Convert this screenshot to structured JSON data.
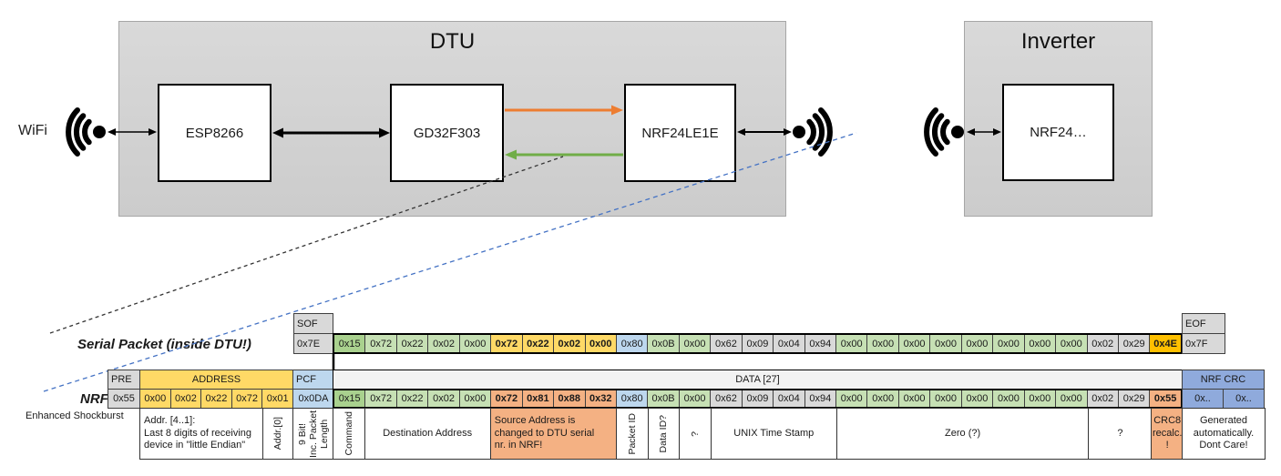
{
  "diagram": {
    "wifi_label": "WiFi",
    "dtu_title": "DTU",
    "inverter_title": "Inverter",
    "esp_label": "ESP8266",
    "gd_label": "GD32F303",
    "nrf_label": "NRF24LE1E",
    "inverter_nrf_label": "NRF24…",
    "arrow_colors": {
      "uart_tx_orange": "#ED7D31",
      "uart_rx_green": "#70AD47",
      "wireless_dash_blue": "#4472C4"
    }
  },
  "serial_packet": {
    "label": "Serial Packet (inside DTU!)",
    "sof_header": "SOF",
    "sof_value": "0x7E",
    "eof_header": "EOF",
    "eof_value": "0x7F",
    "bytes": [
      {
        "v": "0x15",
        "c": "green_dark"
      },
      {
        "v": "0x72",
        "c": "green"
      },
      {
        "v": "0x22",
        "c": "green"
      },
      {
        "v": "0x02",
        "c": "green"
      },
      {
        "v": "0x00",
        "c": "green"
      },
      {
        "v": "0x72",
        "c": "gold",
        "b": true
      },
      {
        "v": "0x22",
        "c": "gold",
        "b": true
      },
      {
        "v": "0x02",
        "c": "gold",
        "b": true
      },
      {
        "v": "0x00",
        "c": "gold",
        "b": true
      },
      {
        "v": "0x80",
        "c": "blue"
      },
      {
        "v": "0x0B",
        "c": "green"
      },
      {
        "v": "0x00",
        "c": "green"
      },
      {
        "v": "0x62",
        "c": "gray"
      },
      {
        "v": "0x09",
        "c": "gray"
      },
      {
        "v": "0x04",
        "c": "gray"
      },
      {
        "v": "0x94",
        "c": "gray"
      },
      {
        "v": "0x00",
        "c": "green"
      },
      {
        "v": "0x00",
        "c": "green"
      },
      {
        "v": "0x00",
        "c": "green"
      },
      {
        "v": "0x00",
        "c": "green"
      },
      {
        "v": "0x00",
        "c": "green"
      },
      {
        "v": "0x00",
        "c": "green"
      },
      {
        "v": "0x00",
        "c": "green"
      },
      {
        "v": "0x00",
        "c": "green"
      },
      {
        "v": "0x02",
        "c": "gray"
      },
      {
        "v": "0x29",
        "c": "gray"
      },
      {
        "v": "0x4E",
        "c": "amber",
        "b": true
      }
    ]
  },
  "nrf_packet": {
    "label": "NRF Packet",
    "sublabel": "Enhanced Shockburst",
    "pre_header": "PRE",
    "pre_value": "0x55",
    "address_header": "ADDRESS",
    "address_values": [
      "0x00",
      "0x02",
      "0x22",
      "0x72",
      "0x01"
    ],
    "pcf_header": "PCF",
    "pcf_value": "0x0DA",
    "data_header": "DATA [27]",
    "bytes": [
      {
        "v": "0x15",
        "c": "green_dark"
      },
      {
        "v": "0x72",
        "c": "green"
      },
      {
        "v": "0x22",
        "c": "green"
      },
      {
        "v": "0x02",
        "c": "green"
      },
      {
        "v": "0x00",
        "c": "green"
      },
      {
        "v": "0x72",
        "c": "salmon",
        "b": true
      },
      {
        "v": "0x81",
        "c": "salmon",
        "b": true
      },
      {
        "v": "0x88",
        "c": "salmon",
        "b": true
      },
      {
        "v": "0x32",
        "c": "salmon",
        "b": true
      },
      {
        "v": "0x80",
        "c": "blue"
      },
      {
        "v": "0x0B",
        "c": "green"
      },
      {
        "v": "0x00",
        "c": "green"
      },
      {
        "v": "0x62",
        "c": "gray"
      },
      {
        "v": "0x09",
        "c": "gray"
      },
      {
        "v": "0x04",
        "c": "gray"
      },
      {
        "v": "0x94",
        "c": "gray"
      },
      {
        "v": "0x00",
        "c": "green"
      },
      {
        "v": "0x00",
        "c": "green"
      },
      {
        "v": "0x00",
        "c": "green"
      },
      {
        "v": "0x00",
        "c": "green"
      },
      {
        "v": "0x00",
        "c": "green"
      },
      {
        "v": "0x00",
        "c": "green"
      },
      {
        "v": "0x00",
        "c": "green"
      },
      {
        "v": "0x00",
        "c": "green"
      },
      {
        "v": "0x02",
        "c": "gray"
      },
      {
        "v": "0x29",
        "c": "gray"
      },
      {
        "v": "0x55",
        "c": "salmon",
        "b": true
      }
    ],
    "crc_header": "NRF CRC",
    "crc_values": [
      "0x..",
      "0x.."
    ]
  },
  "annotations": {
    "prefix": [
      {
        "text": "Addr. [4..1]:\nLast 8 digits of receiving\ndevice in \"little Endian\"",
        "from": 0,
        "span": 4,
        "orient": "h",
        "align": "left"
      },
      {
        "text": "Addr.[0]",
        "from": 4,
        "span": 1,
        "orient": "v"
      },
      {
        "text": "9 Bit!\nInc. Packet\nLength",
        "from": 5,
        "span": 1,
        "orient": "v"
      }
    ],
    "data": [
      {
        "text": "Command",
        "from": 0,
        "span": 1,
        "orient": "v"
      },
      {
        "text": "Destination Address",
        "from": 1,
        "span": 4,
        "orient": "h"
      },
      {
        "text": "Source Address is\nchanged to DTU serial\nnr. in NRF!",
        "from": 5,
        "span": 4,
        "orient": "h",
        "bg": "salmon",
        "align": "left"
      },
      {
        "text": "Packet ID",
        "from": 9,
        "span": 1,
        "orient": "v"
      },
      {
        "text": "Data ID?",
        "from": 10,
        "span": 1,
        "orient": "v"
      },
      {
        "text": "?",
        "from": 11,
        "span": 1,
        "orient": "v"
      },
      {
        "text": "UNIX Time Stamp",
        "from": 12,
        "span": 4,
        "orient": "h"
      },
      {
        "text": "Zero (?)",
        "from": 16,
        "span": 8,
        "orient": "h"
      },
      {
        "text": "?",
        "from": 24,
        "span": 2,
        "orient": "h"
      },
      {
        "text": "CRC8\nrecalc.\n!",
        "from": 26,
        "span": 1,
        "orient": "h",
        "bg": "salmon"
      },
      {
        "text": "Generated\nautomatically.\nDont Care!",
        "region": "crc",
        "orient": "h"
      }
    ]
  },
  "colors": {
    "green_dark": "#A9D18E",
    "green": "#C6E0B4",
    "gold": "#FFD966",
    "blue": "#BDD7EE",
    "blue_med": "#8FAADC",
    "gray": "#D9D9D9",
    "gray_light": "#F2F2F2",
    "salmon": "#F4B183",
    "amber": "#FFC000"
  }
}
